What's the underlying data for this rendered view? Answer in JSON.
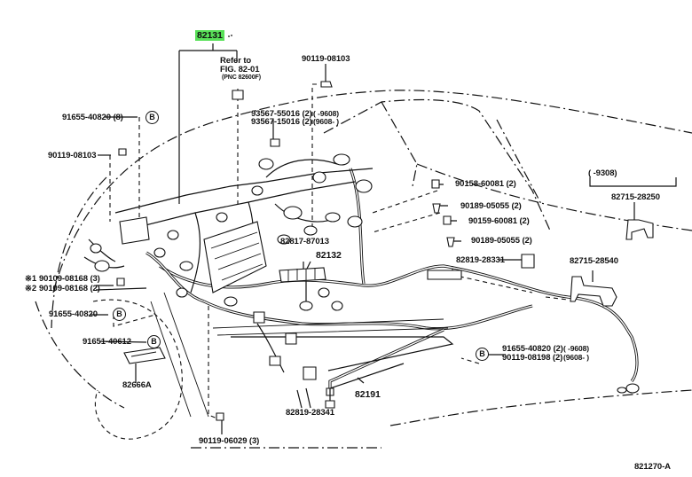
{
  "diagram": {
    "title_part": "82131",
    "figure_code": "821270-A",
    "refer": {
      "line1": "Refer to",
      "line2": "FIG. 82-01",
      "line3": "(PNC 82600F)"
    },
    "marker_b": "B",
    "labels": {
      "p90119_08103_top": "90119-08103",
      "p93567_55016": "93567-55016 (2)",
      "p93567_15016": "93567-15016 (2)",
      "date_9608_a": "(      -9608)",
      "date_9608_b": "(9608-      )",
      "p91655_40820_8": "91655-40820 (8)",
      "p90119_08103_left": "90119-08103",
      "p90158_60081": "90158-60081 (2)",
      "p90189_05055_a": "90189-05055 (2)",
      "p90159_60081": "90159-60081 (2)",
      "p90189_05055_b": "90189-05055 (2)",
      "p82817_87013": "82817-87013",
      "p82132": "82132",
      "p82819_28331": "82819-28331",
      "date_9308": "(      -9308)",
      "p82715_28250": "82715-28250",
      "p82715_28540": "82715-28540",
      "mark1": "※1",
      "mark2": "※2",
      "p90109_08168_3": "90109-08168 (3)",
      "p90109_08168_2": "90109-08168 (2)",
      "p91655_40820_left": "91655-40820",
      "p91651_40612": "91651-40612",
      "p82666A": "82666A",
      "p91655_40820_2": "91655-40820 (2)",
      "p90119_08198_2": "90119-08198 (2)",
      "date_9608_c": "(         -9608)",
      "date_9608_d": "(9608-          )",
      "p82191": "82191",
      "p82819_28341": "82819-28341",
      "p90119_06029": "90119-06029 (3)"
    },
    "colors": {
      "highlight": "#58e058",
      "line": "#111111",
      "background": "#ffffff"
    }
  }
}
